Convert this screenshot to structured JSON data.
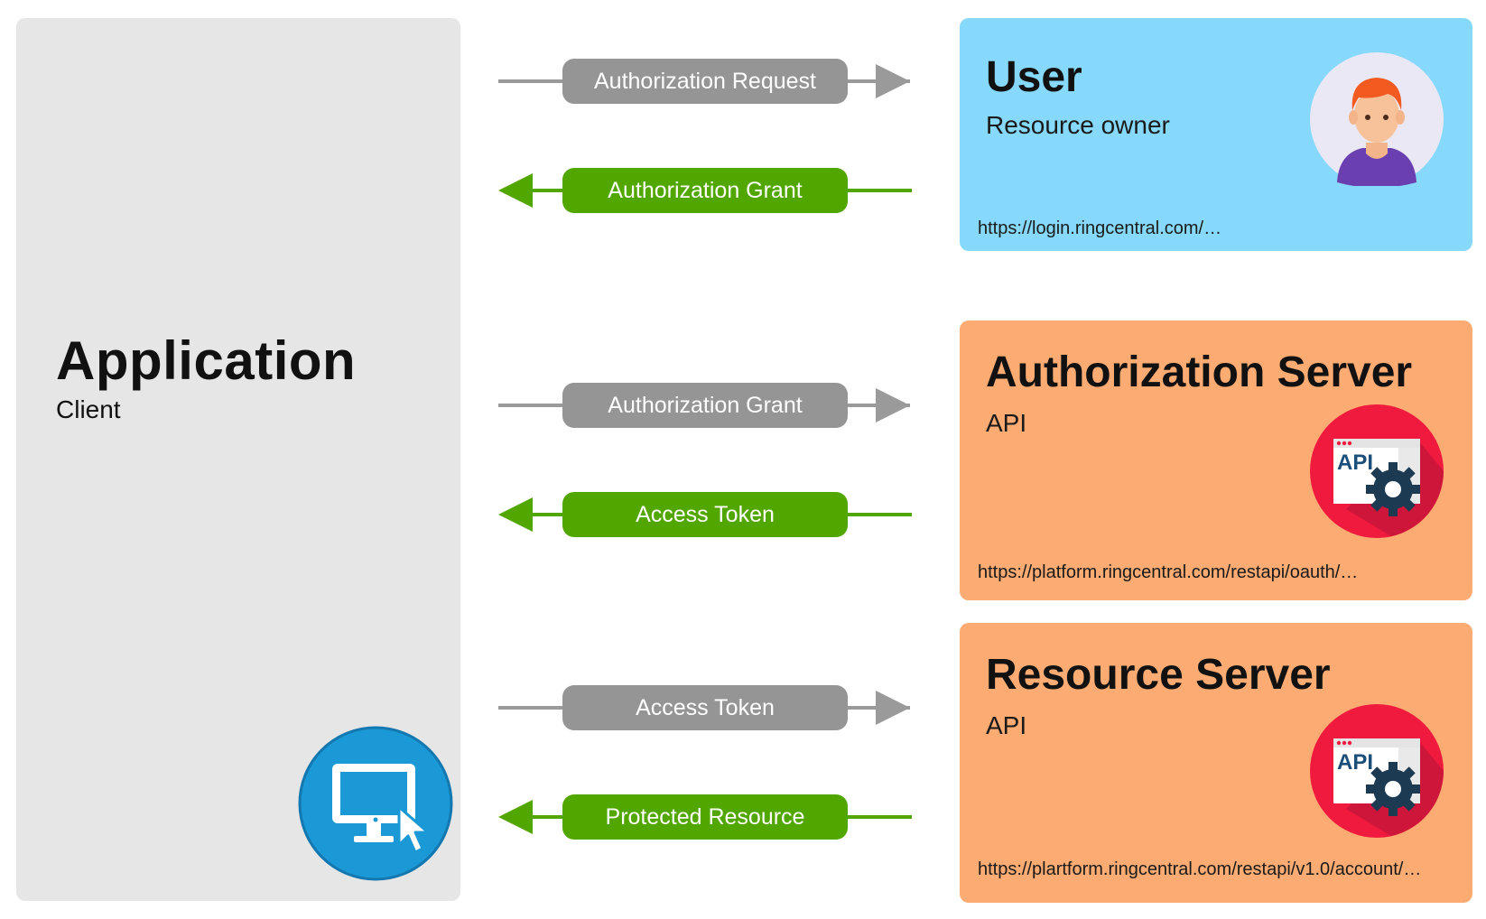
{
  "application": {
    "title": "Application",
    "subtitle": "Client",
    "icon": "computer-click-icon"
  },
  "user": {
    "title": "User",
    "subtitle": "Resource owner",
    "url": "https://login.ringcentral.com/…",
    "icon": "person-avatar-icon"
  },
  "auth_server": {
    "title": "Authorization Server",
    "subtitle": "API",
    "url": "https://platform.ringcentral.com/restapi/oauth/…",
    "icon": "api-gear-icon"
  },
  "resource_server": {
    "title": "Resource Server",
    "subtitle": "API",
    "url": "https://plartform.ringcentral.com/restapi/v1.0/account/…",
    "icon": "api-gear-icon"
  },
  "flows": [
    {
      "label": "Authorization Request",
      "direction": "right"
    },
    {
      "label": "Authorization Grant",
      "direction": "left"
    },
    {
      "label": "Authorization Grant",
      "direction": "right"
    },
    {
      "label": "Access Token",
      "direction": "left"
    },
    {
      "label": "Access Token",
      "direction": "right"
    },
    {
      "label": "Protected Resource",
      "direction": "left"
    }
  ],
  "colors": {
    "application_bg": "#e6e6e6",
    "user_bg": "#86d9fb",
    "server_bg": "#fcab72",
    "request_arrow": "#9a9a9a",
    "response_arrow": "#52a600",
    "api_icon_red": "#f0193e",
    "monitor_blue": "#1b98d6"
  }
}
